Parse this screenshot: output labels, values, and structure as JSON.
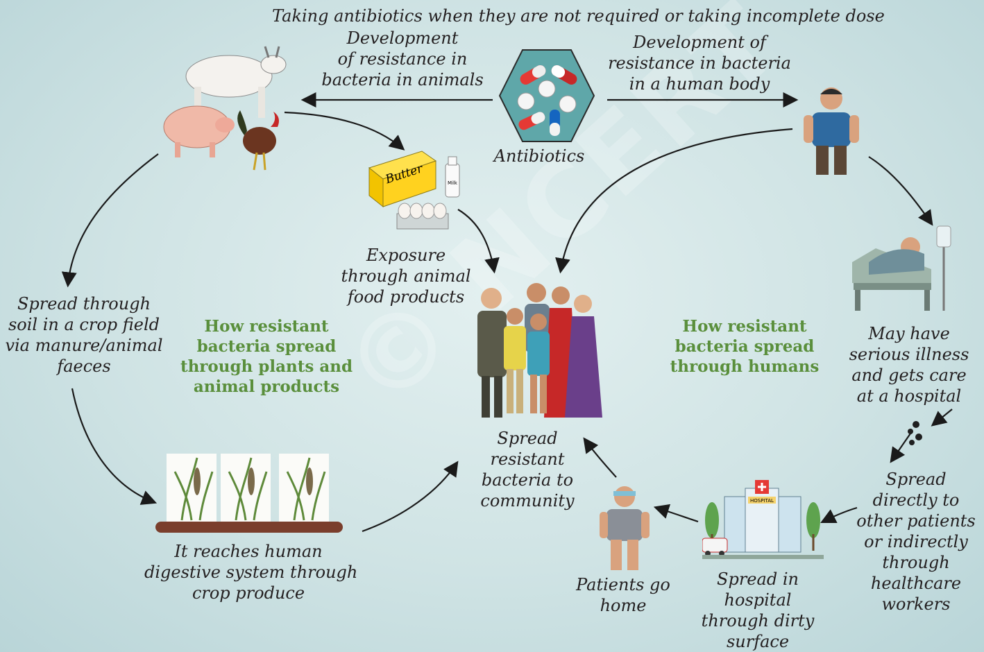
{
  "top_note": "Taking antibiotics when they are not required or taking incomplete dose",
  "center_label": "Antibiotics",
  "resistance_animals": [
    "Development",
    "of resistance in",
    "bacteria in animals"
  ],
  "resistance_human": [
    "Development of",
    "resistance in bacteria",
    "in a human body"
  ],
  "exposure": [
    "Exposure",
    "through animal",
    "food products"
  ],
  "soil_spread": [
    "Spread through",
    "soil in a crop field",
    "via manure/animal",
    "faeces"
  ],
  "crop_digestive": [
    "It reaches human",
    "digestive system through",
    "crop produce"
  ],
  "community": [
    "Spread",
    "resistant",
    "bacteria to",
    "community"
  ],
  "illness": [
    "May have",
    "serious illness",
    "and gets care",
    "at a hospital"
  ],
  "direct_spread": [
    "Spread",
    "directly to",
    "other patients",
    "or indirectly",
    "through",
    "healthcare",
    "workers"
  ],
  "hospital_surface": [
    "Spread in",
    "hospital",
    "through dirty",
    "surface"
  ],
  "patients_home": [
    "Patients go",
    "home"
  ],
  "green_left": [
    "How resistant",
    "bacteria spread",
    "through plants and",
    "animal products"
  ],
  "green_right": [
    "How resistant",
    "bacteria spread",
    "through humans"
  ],
  "butter_text": "Butter",
  "milk_text": "Milk",
  "hospital_sign": "HOSPITAL",
  "watermark": "© NCERT not to be republished",
  "colors": {
    "green_heading": "#5a8f3c",
    "arrow": "#1a1a1a",
    "background": "#cfe3e4"
  }
}
